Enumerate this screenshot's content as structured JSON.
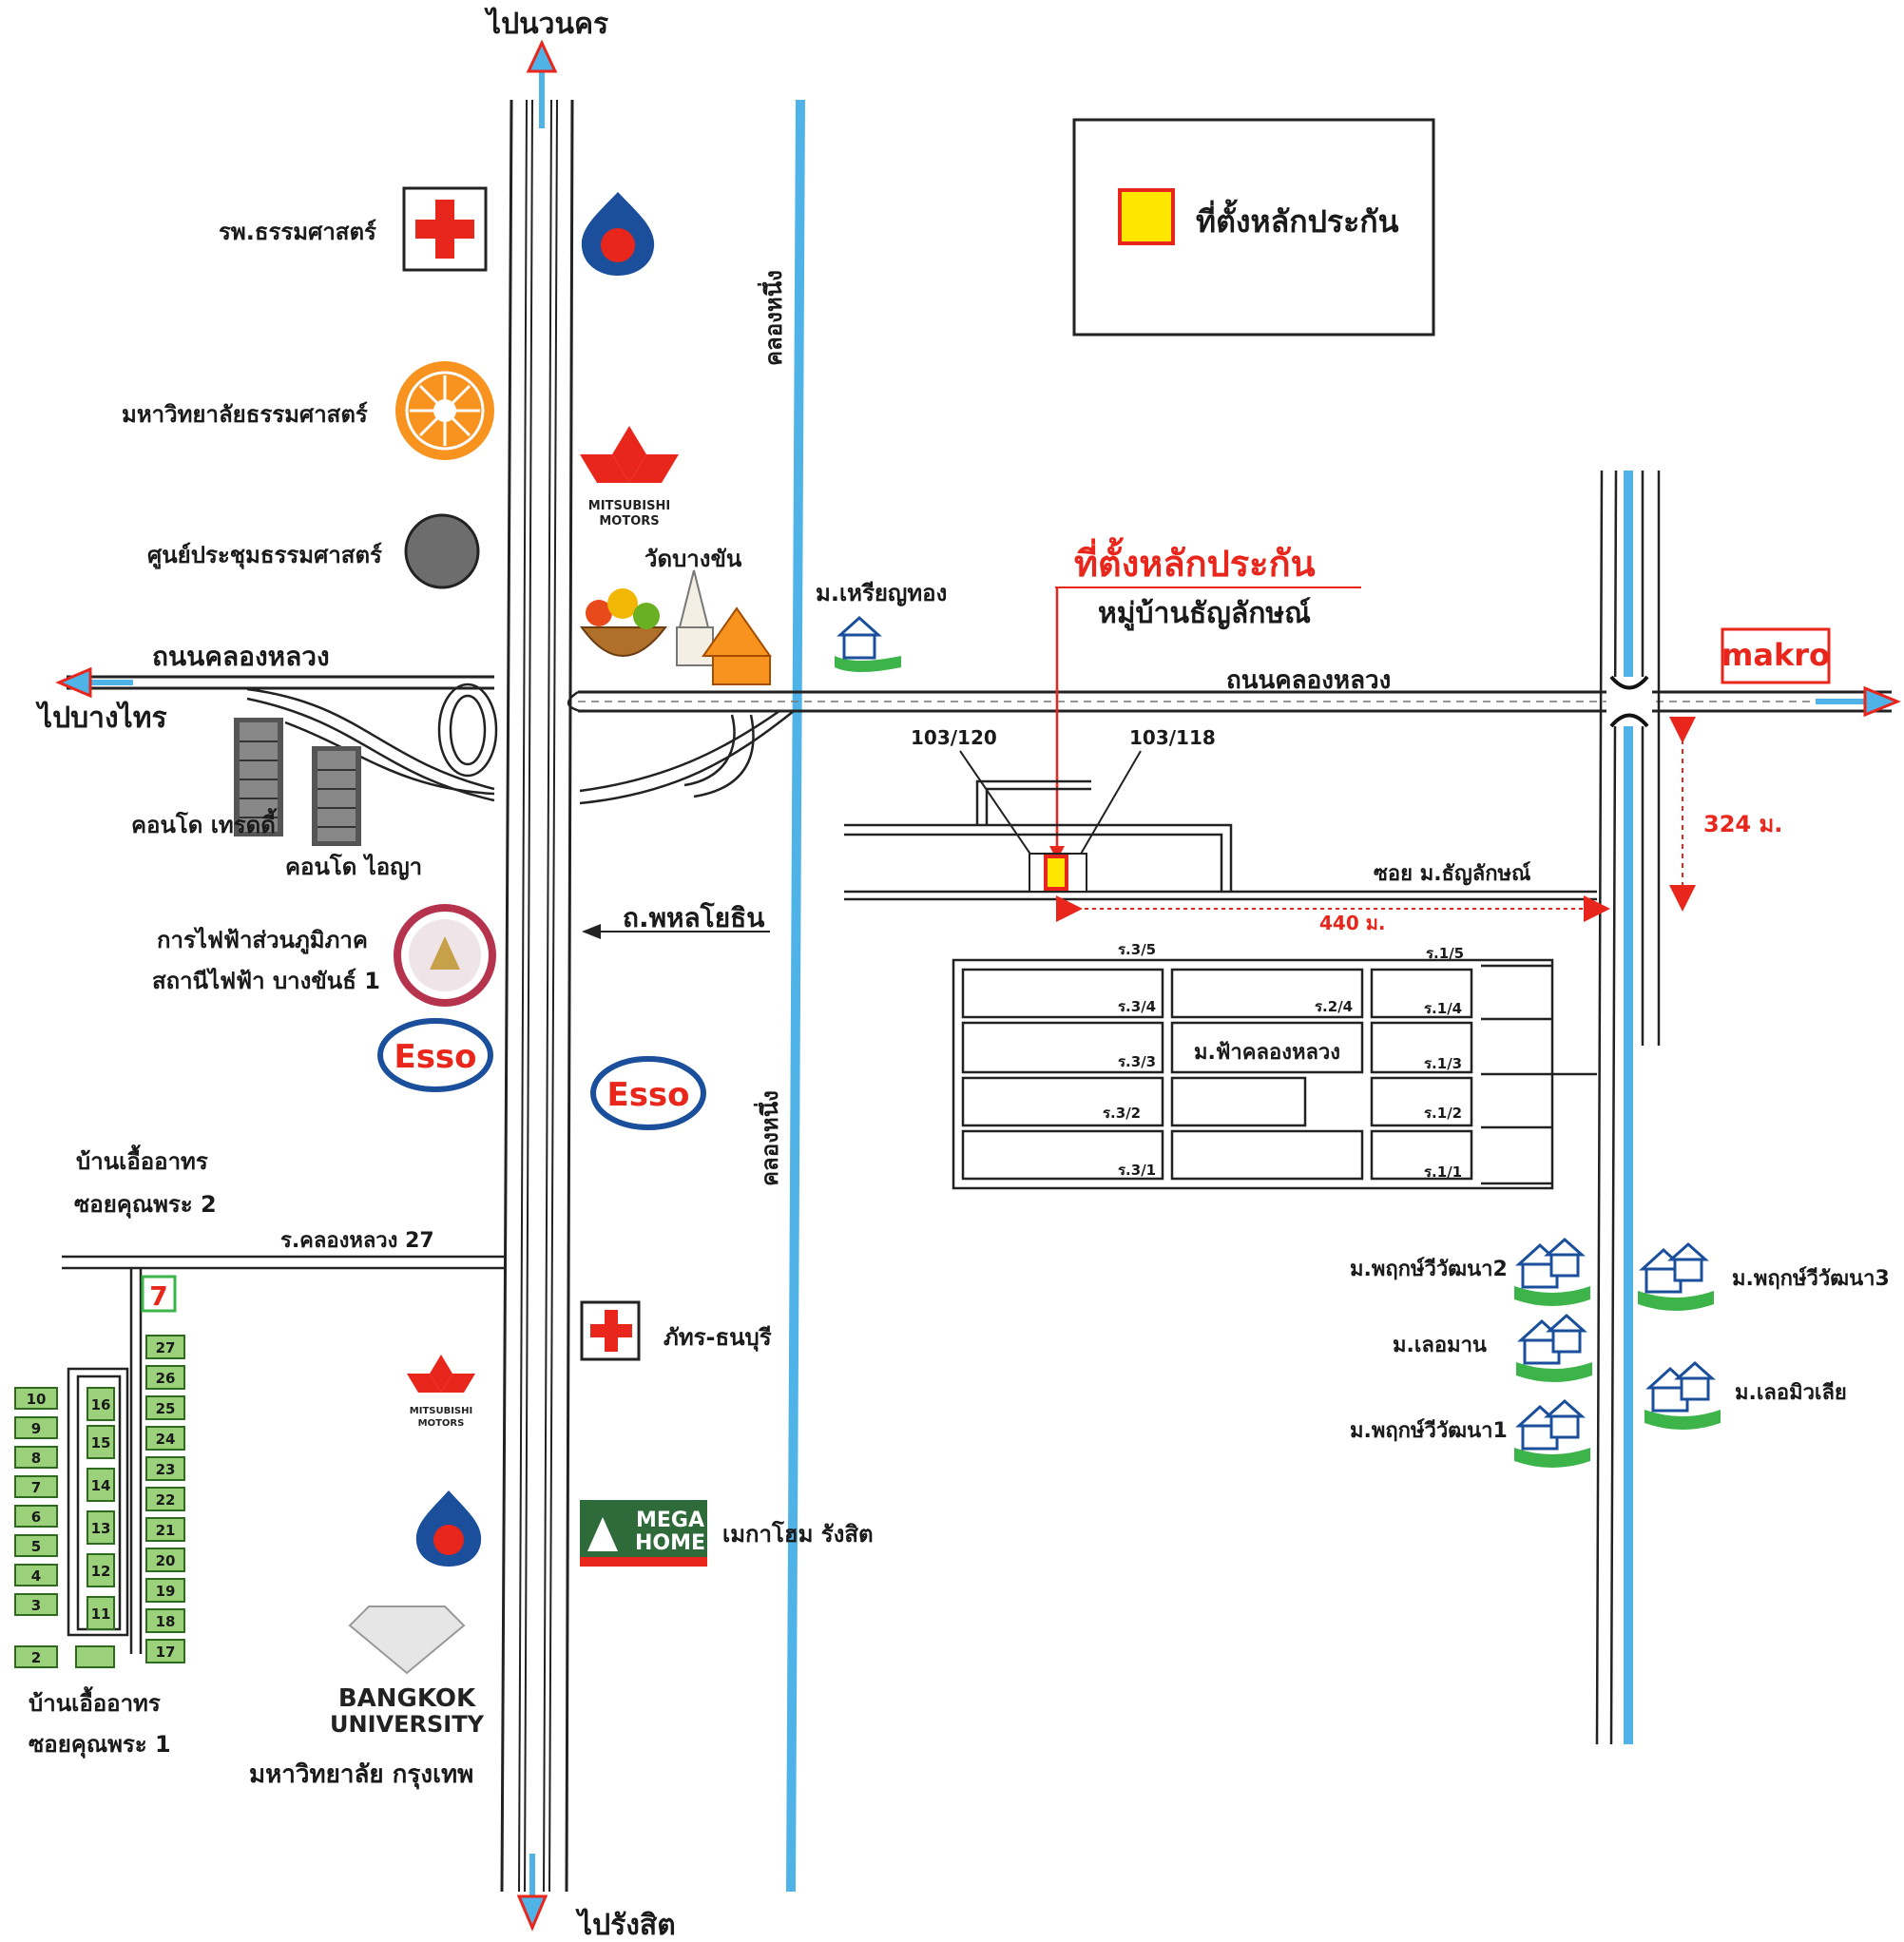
{
  "legend": {
    "label": "ที่ตั้งหลักประกัน"
  },
  "collateral": {
    "title": "ที่ตั้งหลักประกัน",
    "subtitle": "หมู่บ้านธัญลักษณ์",
    "plot_left": "103/120",
    "plot_right": "103/118",
    "soi_label": "ซอย ม.ธัญลักษณ์",
    "distance_soi": "440 ม.",
    "distance_road": "324 ม."
  },
  "roads": {
    "to_north": "ไปนวนคร",
    "to_south": "ไปรังสิต",
    "to_west": "ไปบางไทร",
    "khlong_luang_west": "ถนนคลองหลวง",
    "khlong_luang_east": "ถนนคลองหลวง",
    "phahonyothin": "ถ.พหลโยธิน",
    "soi_khlong_luang_27": "ร.คลองหลวง 27"
  },
  "canals": {
    "upper": "คลองหนึ่ง",
    "lower": "คลองหนึ่ง"
  },
  "places": {
    "hospital_thammasat": "รพ.ธรรมศาสตร์",
    "thammasat_university": "มหาวิทยาลัยธรรมศาสตร์",
    "thammasat_convention": "ศูนย์ประชุมธรรมศาสตร์",
    "wat_bang_khan": "วัดบางขัน",
    "village_charoen_thong": "ม.เหรียญทอง",
    "condo_trendy": "คอนโด เทรดดี้",
    "condo_aiya": "คอนโด ไอญา",
    "pea_line1": "การไฟฟ้าส่วนภูมิภาค",
    "pea_line2": "สถานีไฟฟ้า บางขันธ์ 1",
    "ban_ua_arthorn_2_line1": "บ้านเอื้ออาทร",
    "ban_ua_arthorn_2_line2": "ซอยคุณพระ 2",
    "ban_ua_arthorn_1_line1": "บ้านเอื้ออาทร",
    "ban_ua_arthorn_1_line2": "ซอยคุณพระ 1",
    "hospital_phat_thonburi": "ภัทร-ธนบุรี",
    "megahome": "เมกาโฮม รังสิต",
    "bangkok_university": "มหาวิทยาลัย กรุงเทพ",
    "fa_khlong_luang": "ม.ฟ้าคลองหลวง",
    "phruksa_2": "ม.พฤกษ์วีวัฒนา2",
    "phruksa_3": "ม.พฤกษ์วีวัฒนา3",
    "ler_mar_n": "ม.เลอมาน",
    "ler_mio_lia": "ม.เลอมิวเลีย",
    "phruksa_1": "ม.พฤกษ์วีวัฒนา1"
  },
  "logos": {
    "mitsubishi_text": "MITSUBISHI",
    "mitsubishi_text2": "MOTORS",
    "esso": "Esso",
    "makro": "makro",
    "bangkok_u_1": "BANGKOK",
    "bangkok_u_2": "UNIVERSITY",
    "mega_1": "MEGA",
    "mega_2": "HOME",
    "seven": "7"
  },
  "sois": [
    "ร.3/5",
    "ร.1/5",
    "ร.3/4",
    "ร.2/4",
    "ร.1/4",
    "ร.3/3",
    "ร.1/3",
    "ร.3/2",
    "ร.1/2",
    "ร.3/1",
    "ร.1/1"
  ],
  "blocks_left": [
    "10",
    "9",
    "8",
    "7",
    "6",
    "5",
    "4",
    "3",
    "2"
  ],
  "blocks_mid": [
    "16",
    "15",
    "14",
    "13",
    "12",
    "11"
  ],
  "blocks_right": [
    "27",
    "26",
    "25",
    "24",
    "23",
    "22",
    "21",
    "20",
    "19",
    "18",
    "17"
  ],
  "colors": {
    "canal": "#4fb3e8",
    "red": "#e8261c",
    "marker": "#ffe600",
    "house_green": "#3cb44a"
  }
}
